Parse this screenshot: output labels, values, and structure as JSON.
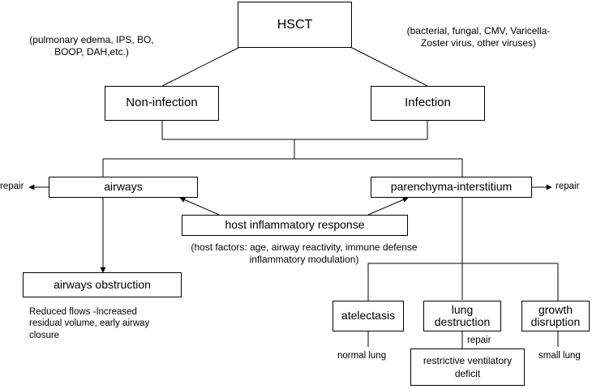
{
  "nodes": {
    "hsct": "HSCT",
    "non_infection": "Non-infection",
    "infection": "Infection",
    "airways": "airways",
    "parenchyma": "parenchyma-interstitium",
    "host_response": "host inflammatory response",
    "airways_obstruction": "airways obstruction",
    "atelectasis": "atelectasis",
    "lung_destruction": "lung destruction",
    "growth_disruption": "growth disruption",
    "restrictive": "restrictive ventilatory deficit"
  },
  "labels": {
    "non_infection_causes": "(pulmonary edema, IPS, BO, BOOP, DAH,etc.)",
    "infection_causes": "(bacterial, fungal, CMV, Varicella-Zoster virus, other viruses)",
    "host_factors": "(host factors: age, airway reactivity, immune defense inflammatory modulation)",
    "repair_left": "repair",
    "repair_right": "repair",
    "repair_destruction": "repair",
    "obstruction_effects": "Reduced flows -Increased residual volume, early airway closure",
    "normal_lung": "normal lung",
    "small_lung": "small lung"
  }
}
